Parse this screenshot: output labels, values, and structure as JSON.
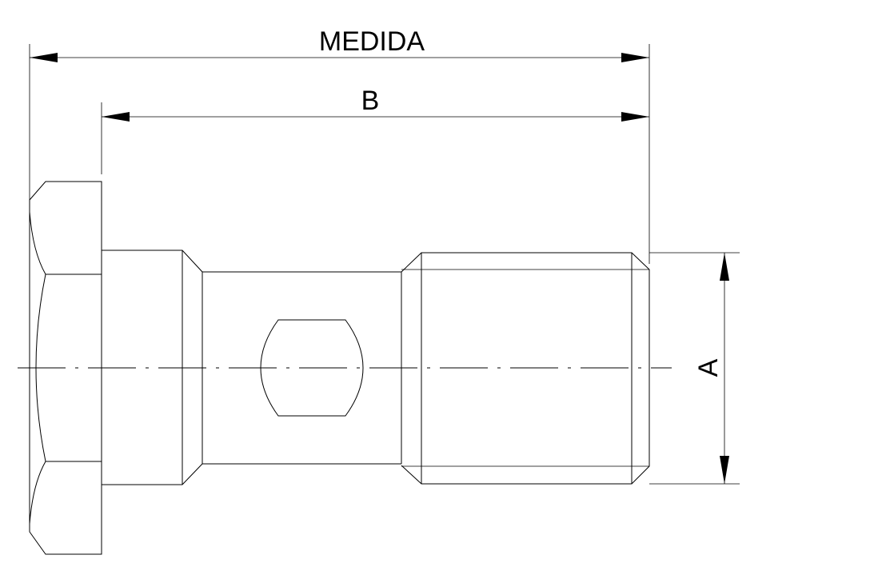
{
  "labels": {
    "overall_length": "MEDIDA",
    "thread_length": "B",
    "diameter": "A"
  },
  "colors": {
    "line": "#000000",
    "background": "#ffffff"
  }
}
